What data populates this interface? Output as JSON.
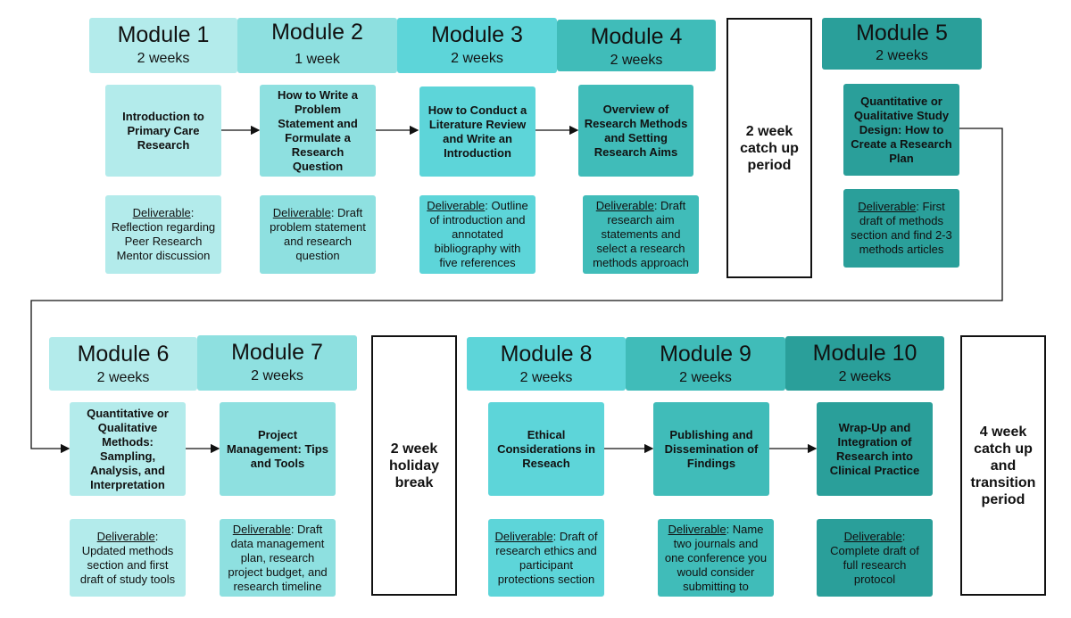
{
  "deliverable_label": "Deliverable",
  "modules": [
    {
      "title": "Module 1",
      "duration": "2 weeks",
      "topic": "Introduction to Primary Care Research",
      "deliverable": "Reflection regarding Peer Research Mentor discussion"
    },
    {
      "title": "Module 2",
      "duration": "1 week",
      "topic": "How to Write a Problem Statement and Formulate a Research Question",
      "deliverable": "Draft problem statement and research question"
    },
    {
      "title": "Module 3",
      "duration": "2 weeks",
      "topic": "How to Conduct a Literature Review and Write an Introduction",
      "deliverable": "Outline of introduction and annotated bibliography with five references"
    },
    {
      "title": "Module 4",
      "duration": "2 weeks",
      "topic": "Overview of Research Methods and Setting Research Aims",
      "deliverable": "Draft research aim statements and select a research methods approach"
    },
    {
      "title": "Module 5",
      "duration": "2 weeks",
      "topic": "Quantitative or Qualitative Study Design: How to Create a Research Plan",
      "deliverable": "First draft of methods section and find 2-3 methods articles"
    },
    {
      "title": "Module 6",
      "duration": "2 weeks",
      "topic": "Quantitative or Qualitative Methods: Sampling, Analysis, and Interpretation",
      "deliverable": "Updated methods section and first draft of study tools"
    },
    {
      "title": "Module 7",
      "duration": "2 weeks",
      "topic": "Project Management: Tips and Tools",
      "deliverable": "Draft data management plan, research project budget, and research timeline"
    },
    {
      "title": "Module 8",
      "duration": "2 weeks",
      "topic": "Ethical Considerations in Reseach",
      "deliverable": "Draft of research ethics and participant protections section"
    },
    {
      "title": "Module 9",
      "duration": "2 weeks",
      "topic": "Publishing and Dissemination of Findings",
      "deliverable": "Name two journals and one conference you would consider submitting to"
    },
    {
      "title": "Module 10",
      "duration": "2 weeks",
      "topic": "Wrap-Up and Integration of Research into Clinical Practice",
      "deliverable": "Complete draft of full research protocol"
    }
  ],
  "breaks": {
    "catch_up": "2 week catch up period",
    "holiday": "2 week holiday break",
    "transition": "4 week catch up and transition period"
  }
}
